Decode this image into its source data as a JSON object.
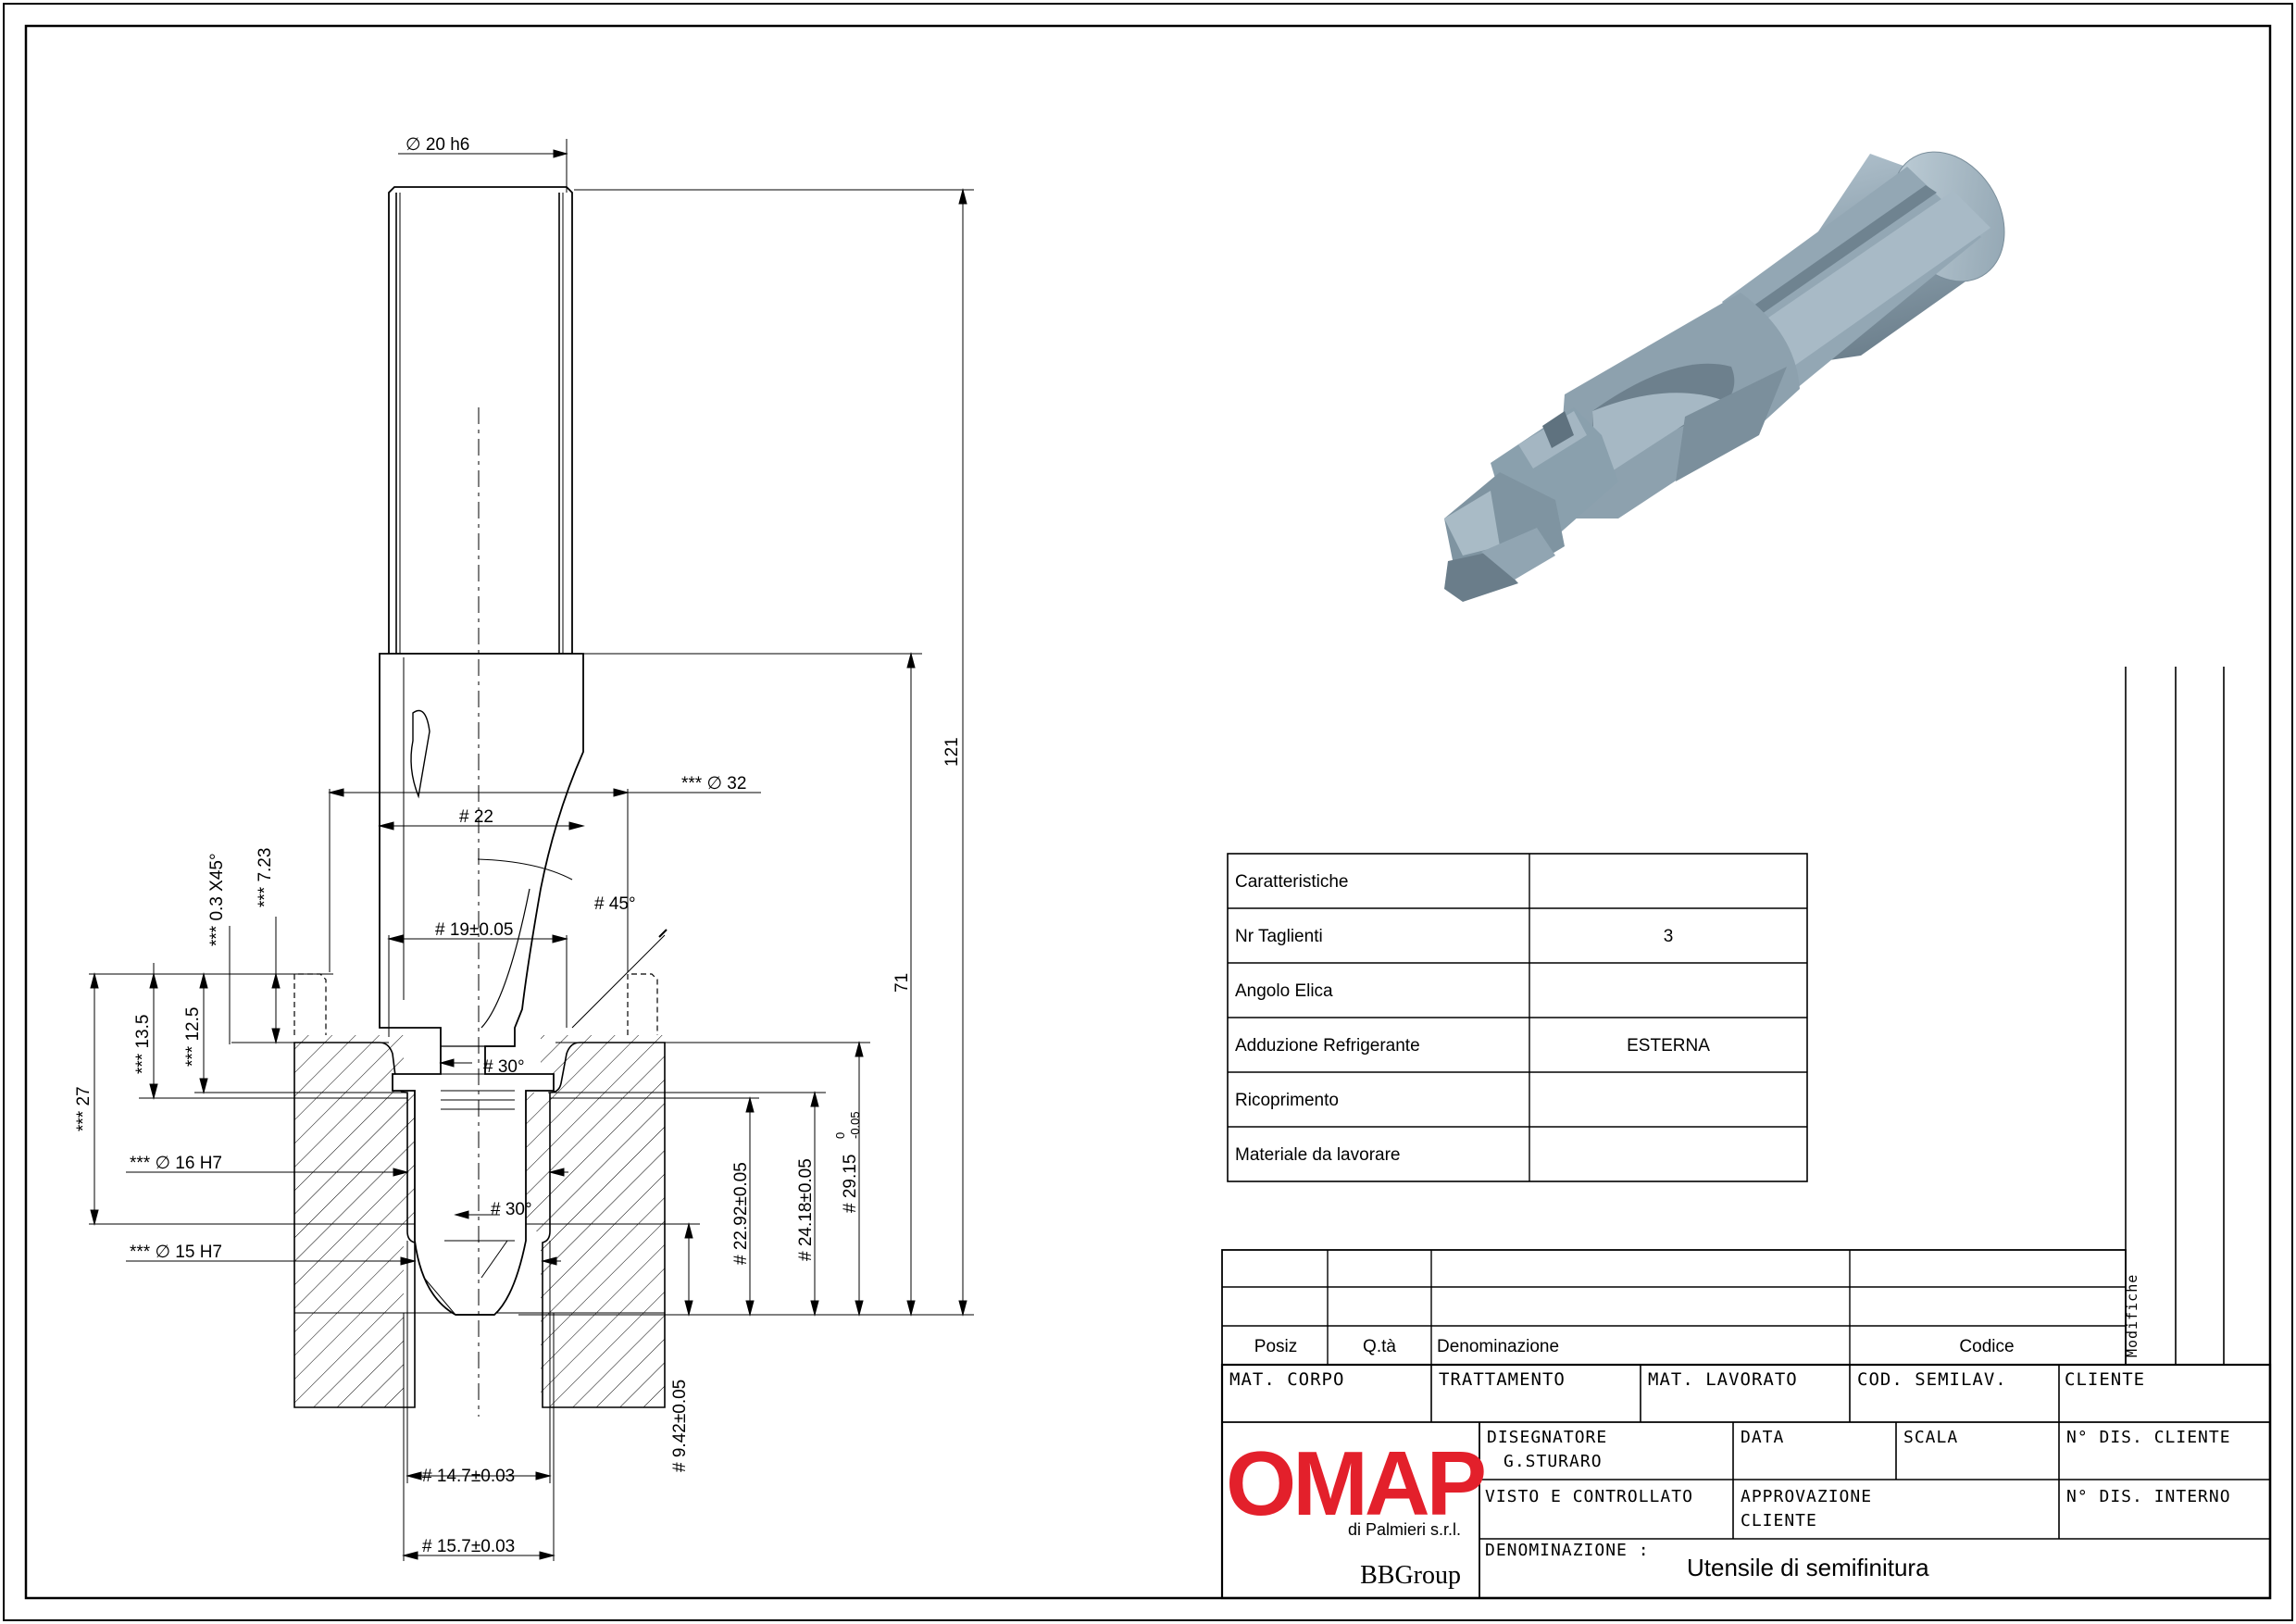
{
  "drawing": {
    "dim_diameter_top": "∅ 20 h6",
    "dim_121": "121",
    "dim_71": "71",
    "dim_diameter_32": "*** ∅ 32",
    "dim_22": "# 22",
    "dim_45": "# 45°",
    "dim_19": "# 19±0.05",
    "dim_chamfer": "*** 0.3 X45°",
    "dim_7_23": "*** 7.23",
    "dim_13_5": "*** 13.5",
    "dim_12_5": "*** 12.5",
    "dim_27": "*** 27",
    "dim_30_upper": "# 30°",
    "dim_30_lower": "# 30°",
    "dim_16h7": "*** ∅ 16 H7",
    "dim_15h7": "*** ∅ 15 H7",
    "dim_22_92": "# 22.92±0.05",
    "dim_24_18": "# 24.18±0.05",
    "dim_29_15": "# 29.15",
    "dim_29_15_tol_upper": "0",
    "dim_29_15_tol_lower": "-0.05",
    "dim_9_42": "# 9.42±0.05",
    "dim_14_7": "# 14.7±0.03",
    "dim_15_7": "# 15.7±0.03"
  },
  "specs": {
    "rows": [
      {
        "label": "Caratteristiche",
        "value": ""
      },
      {
        "label": "Nr Taglienti",
        "value": "3"
      },
      {
        "label": "Angolo Elica",
        "value": ""
      },
      {
        "label": "Adduzione Refrigerante",
        "value": "ESTERNA"
      },
      {
        "label": "Ricoprimento",
        "value": ""
      },
      {
        "label": "Materiale da lavorare",
        "value": ""
      }
    ]
  },
  "title_block": {
    "modifiche": "Modifiche",
    "parts_header": {
      "posiz": "Posiz",
      "qta": "Q.tà",
      "denominazione": "Denominazione",
      "codice": "Codice"
    },
    "mat_corpo": "MAT. CORPO",
    "trattamento": "TRATTAMENTO",
    "mat_lavorato": "MAT. LAVORATO",
    "cod_semilav": "COD. SEMILAV.",
    "cliente": "CLIENTE",
    "disegnatore": "DISEGNATORE",
    "disegnatore_name": "G.STURARO",
    "data": "DATA",
    "scala": "SCALA",
    "n_dis_cliente": "N° DIS. CLIENTE",
    "visto": "VISTO E CONTROLLATO",
    "approvazione": "APPROVAZIONE",
    "approvazione_2": "CLIENTE",
    "n_dis_interno": "N° DIS. INTERNO",
    "denominazione_label": "DENOMINAZIONE :",
    "denominazione_value": "Utensile di semifinitura",
    "logo": "OMAP",
    "logo_sub": "di Palmieri s.r.l.",
    "group": "BBGroup"
  },
  "colors": {
    "logo_red": "#e3202b",
    "tool_body": "#8fa3b0",
    "tool_dark": "#6d808d",
    "tool_light": "#b5c6d1"
  }
}
